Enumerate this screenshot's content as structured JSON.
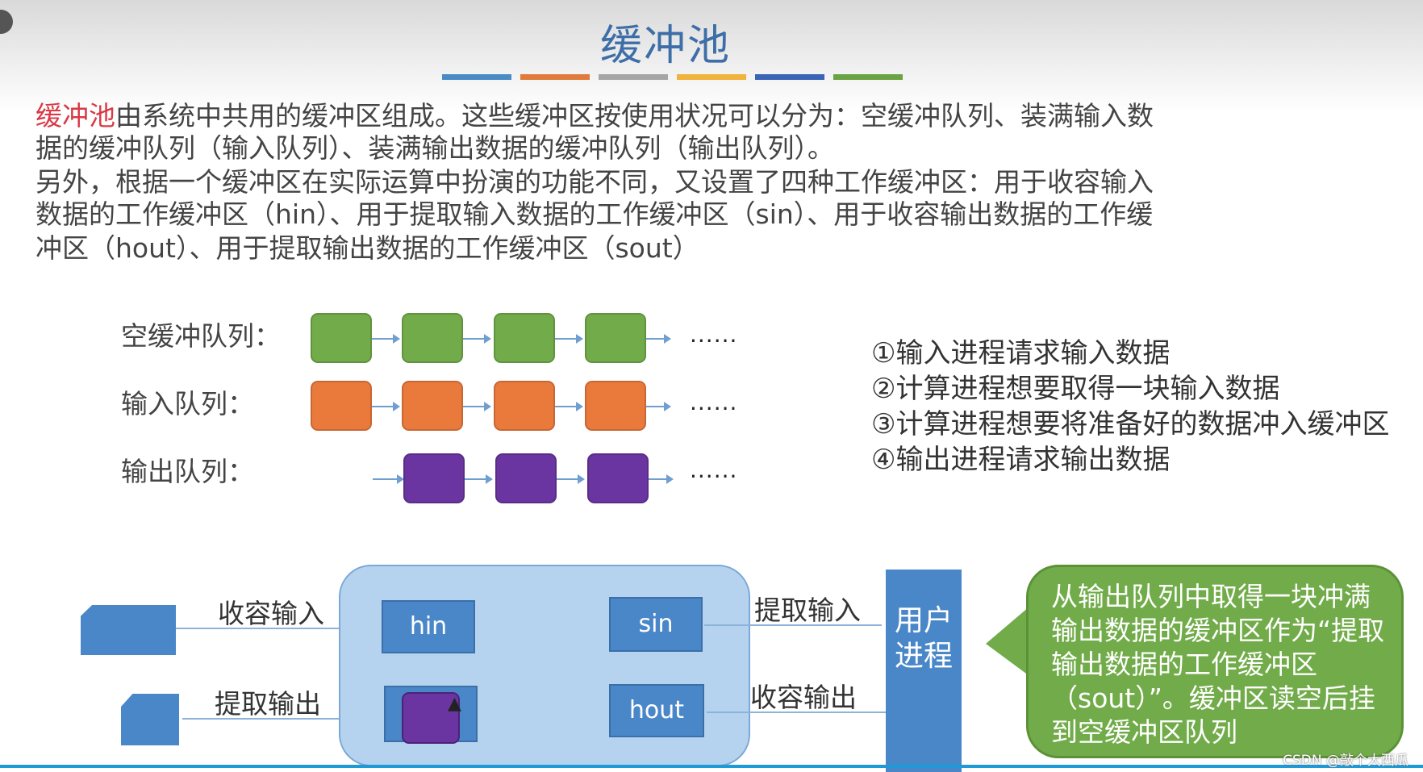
{
  "title": "缓冲池",
  "stripes": [
    "#4a8bc6",
    "#e07b3c",
    "#a6a6a6",
    "#f0b33c",
    "#3b63b6",
    "#6aa343"
  ],
  "paragraph1": {
    "highlight": "缓冲池",
    "line1_rest": "由系统中共用的缓冲区组成。这些缓冲区按使用状况可以分为：空缓冲队列、装满输入数",
    "line2": "据的缓冲队列（输入队列）、装满输出数据的缓冲队列（输出队列）。"
  },
  "paragraph2": {
    "line1": "另外，根据一个缓冲区在实际运算中扮演的功能不同，又设置了四种工作缓冲区：用于收容输入",
    "line2": "数据的工作缓冲区（hin）、用于提取输入数据的工作缓冲区（sin）、用于收容输出数据的工作缓",
    "line3": "冲区（hout）、用于提取输出数据的工作缓冲区（sout）"
  },
  "queues": {
    "empty_label": "空缓冲队列：",
    "input_label": "输入队列：",
    "output_label": "输出队列：",
    "ellipsis": "......",
    "colors": {
      "empty": "#72ac4a",
      "input": "#ea7a3c",
      "output": "#6a35a0"
    }
  },
  "steps": [
    "①输入进程请求输入数据",
    "②计算进程想要取得一块输入数据",
    "③计算进程想要将准备好的数据冲入缓冲区",
    "④输出进程请求输出数据"
  ],
  "diagram": {
    "hin": "hin",
    "sin": "sin",
    "hout": "hout",
    "receive_input": "收容输入",
    "extract_output": "提取输出",
    "extract_input": "提取输入",
    "receive_output": "收容输出",
    "user_process": "用户进程",
    "callout": "从输出队列中取得一块冲满输出数据的缓冲区作为“提取输出数据的工作缓冲区（sout）”。缓冲区读空后挂到空缓冲区队列"
  },
  "watermark": "CSDN @敲个大西瓜"
}
